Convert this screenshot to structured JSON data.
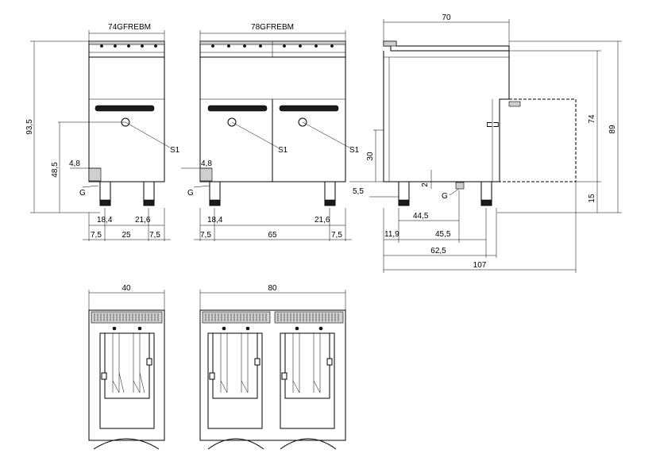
{
  "models": {
    "single": "74GFREBM",
    "double": "78GFREBM"
  },
  "labels": {
    "s1": "S1",
    "g": "G"
  },
  "front_single": {
    "height_total": "93,5",
    "height_valve": "48,5",
    "offset_g": "4,8",
    "dist_left_leg": "18,4",
    "dist_right_leg": "21,6",
    "left_margin": "7,5",
    "between_legs": "25",
    "right_margin": "7,5"
  },
  "front_double": {
    "offset_g": "4,8",
    "dist_left_leg": "18,4",
    "dist_right_leg": "21,6",
    "left_margin": "7,5",
    "between_legs": "65",
    "right_margin": "7,5"
  },
  "side": {
    "top_depth": "70",
    "height_body": "74",
    "height_total": "89",
    "height_door_handle": "30",
    "height_base": "15",
    "gas_height": "2",
    "gas_side_offset": "5,5",
    "gas_to_front": "44,5",
    "rear_offset": "11,9",
    "gas_span": "45,5",
    "leg_span": "62,5",
    "total_depth": "107"
  },
  "plan": {
    "width_single": "40",
    "width_double": "80"
  }
}
